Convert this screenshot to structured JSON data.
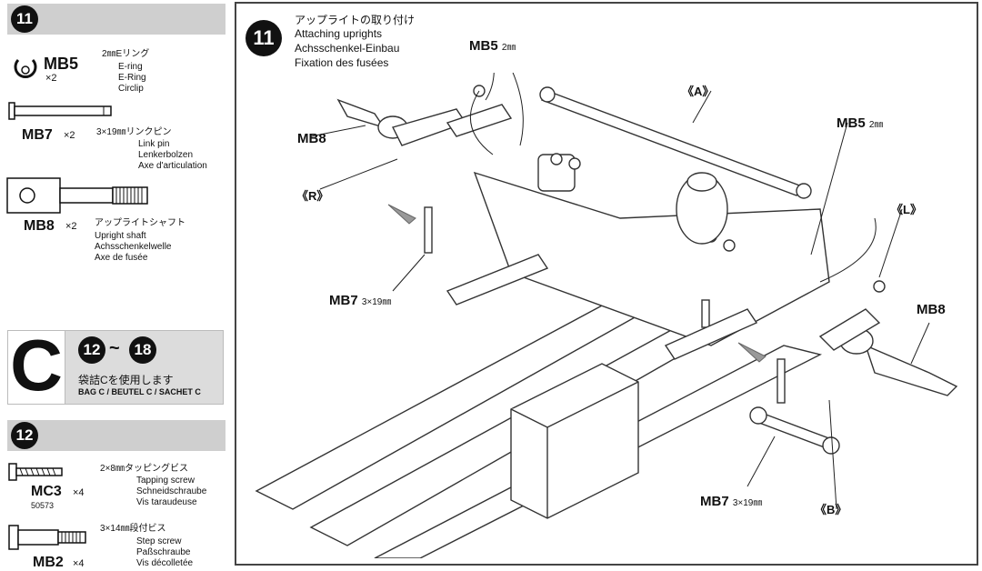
{
  "left": {
    "step11": {
      "number": "11"
    },
    "parts11": [
      {
        "code": "MB5",
        "qty": "×2",
        "name_jp": "2㎜Eリング",
        "name_en": "E-ring",
        "name_de": "E-Ring",
        "name_fr": "Circlip",
        "icon": "e-ring-icon"
      },
      {
        "code": "MB7",
        "qty": "×2",
        "name_jp": "3×19㎜リンクピン",
        "name_en": "Link pin",
        "name_de": "Lenkerbolzen",
        "name_fr": "Axe d'articulation",
        "icon": "link-pin-icon"
      },
      {
        "code": "MB8",
        "qty": "×2",
        "name_jp": "アップライトシャフト",
        "name_en": "Upright shaft",
        "name_de": "Achsschenkelwelle",
        "name_fr": "Axe de fusée",
        "icon": "upright-shaft-icon"
      }
    ],
    "bag": {
      "letter": "C",
      "from": "12",
      "tilde": "~",
      "to": "18",
      "text_jp": "袋詰Cを使用します",
      "text_multi": "BAG C / BEUTEL C / SACHET C"
    },
    "step12": {
      "number": "12"
    },
    "parts12": [
      {
        "code": "MC3",
        "qty": "×4",
        "ref": "50573",
        "name_jp": "2×8㎜タッピングビス",
        "name_en": "Tapping screw",
        "name_de": "Schneidschraube",
        "name_fr": "Vis taraudeuse",
        "icon": "tapping-screw-icon"
      },
      {
        "code": "MB2",
        "qty": "×4",
        "name_jp": "3×14㎜段付ビス",
        "name_en": "Step screw",
        "name_de": "Paßschraube",
        "name_fr": "Vis décolletée",
        "icon": "step-screw-icon"
      }
    ]
  },
  "main": {
    "step": "11",
    "title_jp": "アップライトの取り付け",
    "title_en": "Attaching uprights",
    "title_de": "Achsschenkel-Einbau",
    "title_fr": "Fixation des fusées",
    "callouts": {
      "mb5_top": {
        "code": "MB5",
        "size": "2㎜"
      },
      "mb5_right": {
        "code": "MB5",
        "size": "2㎜"
      },
      "mb8_left": {
        "code": "MB8"
      },
      "mb8_right": {
        "code": "MB8"
      },
      "mb7_left": {
        "code": "MB7",
        "size": "3×19㎜"
      },
      "mb7_right": {
        "code": "MB7",
        "size": "3×19㎜"
      },
      "side_r": "《R》",
      "side_l": "《L》",
      "part_a": "《A》",
      "part_b": "《B》"
    }
  }
}
